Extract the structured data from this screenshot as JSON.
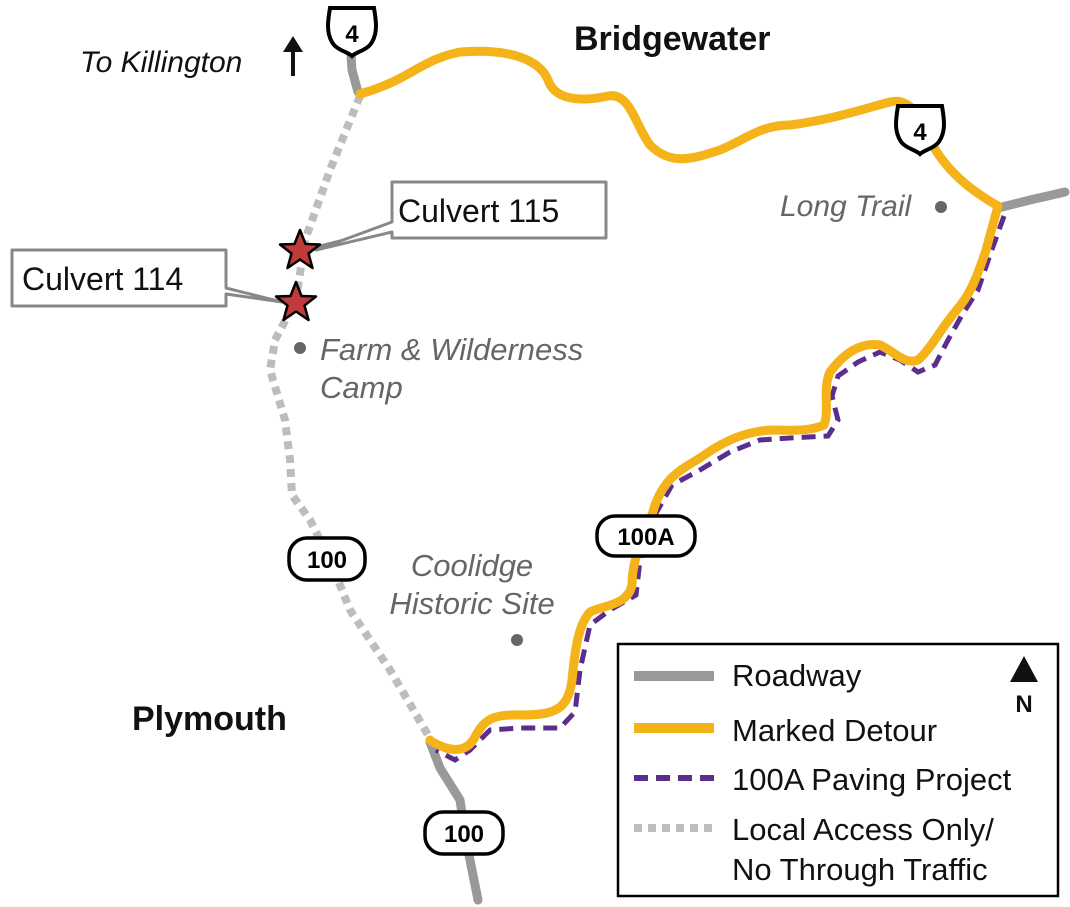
{
  "places": {
    "bridgewater": "Bridgewater",
    "plymouth": "Plymouth",
    "to_killington": "To Killington",
    "long_trail": "Long Trail",
    "farm_line1": "Farm & Wilderness",
    "farm_line2": "Camp",
    "coolidge_line1": "Coolidge",
    "coolidge_line2": "Historic Site"
  },
  "callouts": {
    "culvert_115": "Culvert 115",
    "culvert_114": "Culvert 114"
  },
  "shields": {
    "us4_top": "4",
    "us4_right": "4",
    "vt100_left": "100",
    "vt100_bottom": "100",
    "vt100a": "100A"
  },
  "legend": {
    "roadway": "Roadway",
    "marked_detour": "Marked Detour",
    "paving_project": "100A Paving Project",
    "local_access_line1": "Local Access Only/",
    "local_access_line2": "No Through Traffic",
    "north": "N"
  },
  "colors": {
    "roadway": "#999999",
    "detour": "#f5b31a",
    "paving": "#5b2d8c",
    "local_access": "#bdbdbd",
    "culvert_star": "#c23b3b",
    "label_gray": "#666666"
  }
}
